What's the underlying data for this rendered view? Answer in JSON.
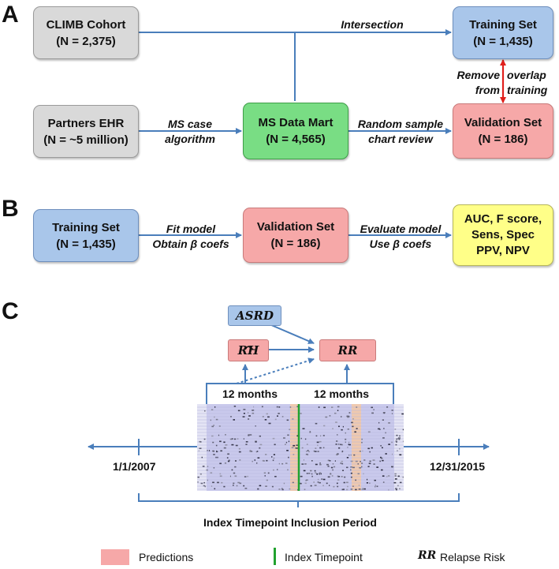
{
  "panels": {
    "a": "A",
    "b": "B",
    "c": "C"
  },
  "panel_a": {
    "climb": {
      "title": "CLIMB Cohort",
      "count": "(N = 2,375)"
    },
    "partners": {
      "title": "Partners EHR",
      "count": "(N = ~5 million)"
    },
    "datamart": {
      "title": "MS Data Mart",
      "count": "(N = 4,565)"
    },
    "training": {
      "title": "Training Set",
      "count": "(N = 1,435)"
    },
    "validation": {
      "title": "Validation Set",
      "count": "(N = 186)"
    },
    "intersection_label": "Intersection",
    "ms_case_label": [
      "MS case",
      "algorithm"
    ],
    "random_sample_label": [
      "Random sample",
      "chart review"
    ],
    "remove_label": [
      "Remove",
      "overlap",
      "from",
      "training"
    ]
  },
  "panel_b": {
    "training": {
      "title": "Training Set",
      "count": "(N = 1,435)"
    },
    "validation": {
      "title": "Validation Set",
      "count": "(N = 186)"
    },
    "metrics": [
      "AUC, F score,",
      "Sens, Spec",
      "PPV, NPV"
    ],
    "fit_label": [
      "Fit model",
      "Obtain β coefs"
    ],
    "evaluate_label": [
      "Evaluate model",
      "Use β coefs"
    ]
  },
  "panel_c": {
    "asrd": "ASRD",
    "rh": "RH",
    "rr": "RR",
    "months_left": "12 months",
    "months_right": "12 months",
    "date_start": "1/1/2007",
    "date_end": "12/31/2015",
    "period_label": "Index Timepoint Inclusion Period"
  },
  "legend": {
    "predictions": "Predictions",
    "index_timepoint": "Index Timepoint",
    "rr_abbrev": "RR",
    "relapse_risk": "Relapse Risk"
  },
  "colors": {
    "arrow": "#4a7ebb",
    "red_arrow": "#e0201c",
    "index_line": "#22a22f",
    "prediction_fill": "#f6a8a8",
    "heatmap_bg": "#c9c9ec"
  }
}
